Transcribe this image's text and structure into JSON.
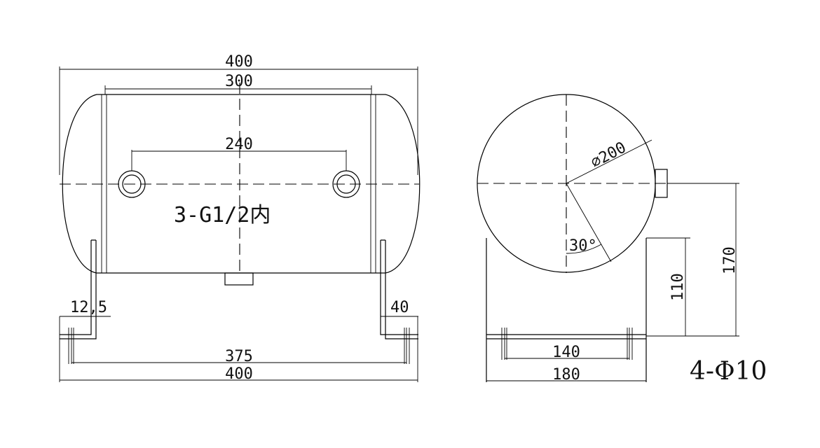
{
  "front_view": {
    "dim_overall_top": "400",
    "dim_shell": "300",
    "dim_port_spacing": "240",
    "port_note": "3-G1/2内",
    "dim_foot_thickness": "12,5",
    "dim_foot_flange": "40",
    "dim_hole_spacing": "375",
    "dim_overall_bottom": "400"
  },
  "side_view": {
    "dim_diameter": "∅200",
    "dim_angle": "30°",
    "dim_support_height": "110",
    "dim_axis_height": "170",
    "dim_hole_spacing": "140",
    "dim_base_width": "180"
  },
  "hole_note": "4-Φ10"
}
